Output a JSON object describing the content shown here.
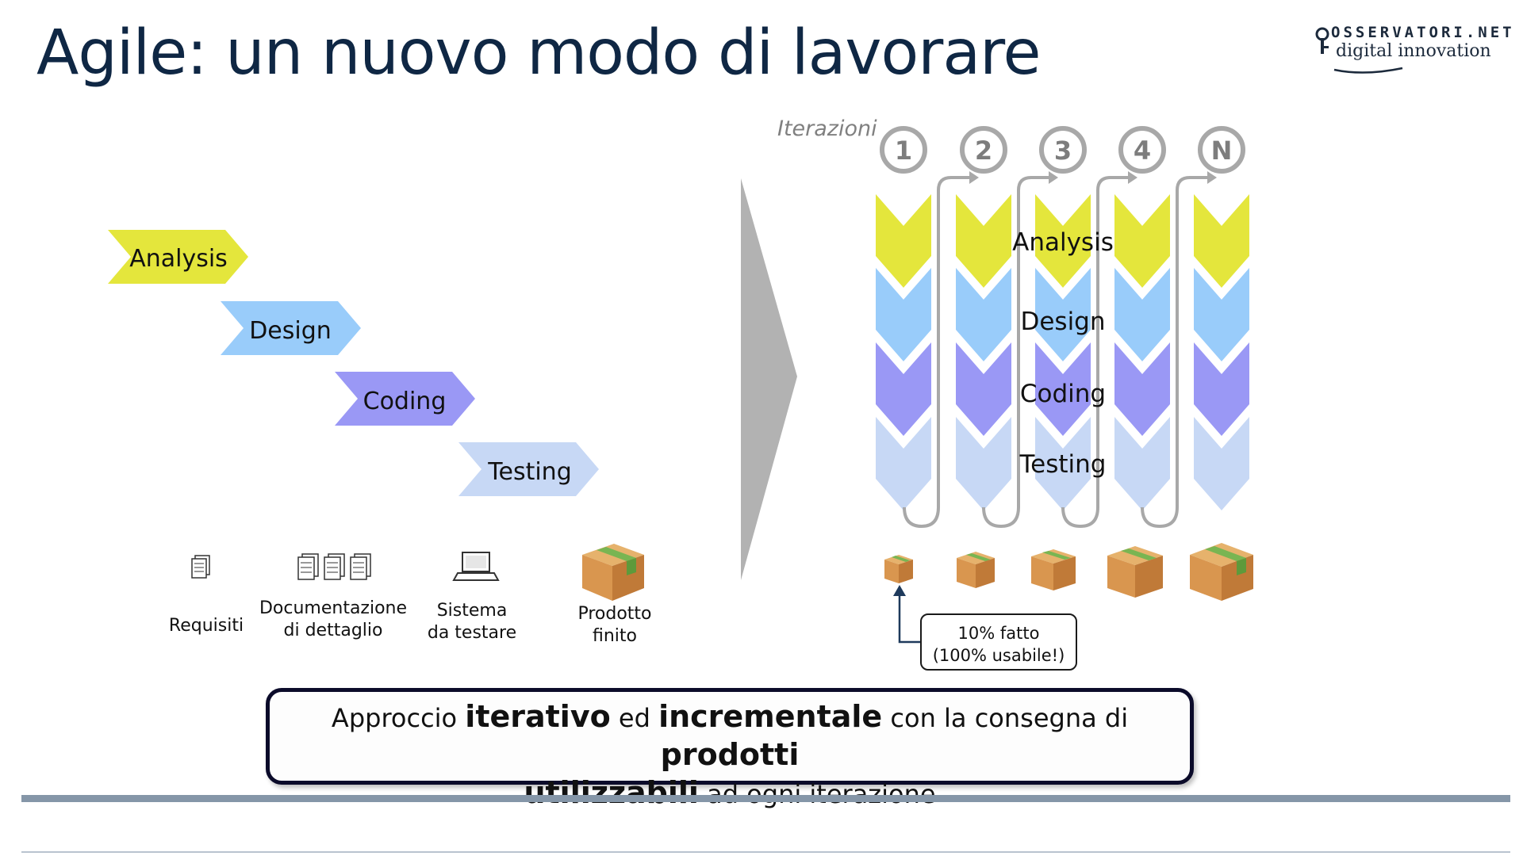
{
  "title": "Agile: un nuovo modo di lavorare",
  "logo": {
    "line1": "OSSERVATORI.NET",
    "line2": "digital innovation"
  },
  "colors": {
    "analysis": "#e4e63c",
    "design": "#99ccfa",
    "coding": "#9a98f5",
    "testing": "#c7d8f5",
    "arrow_gray": "#b2b2b2",
    "title": "#0f2744"
  },
  "waterfall": {
    "phases": [
      "Analysis",
      "Design",
      "Coding",
      "Testing"
    ],
    "artifacts": [
      {
        "icon": "document-icon",
        "line1": "Requisiti",
        "line2": ""
      },
      {
        "icon": "documents-stack-icon",
        "line1": "Documentazione",
        "line2": "di dettaglio"
      },
      {
        "icon": "laptop-icon",
        "line1": "Sistema",
        "line2": "da testare"
      },
      {
        "icon": "box-icon",
        "line1": "Prodotto",
        "line2": "finito"
      }
    ]
  },
  "agile": {
    "iterations_label": "Iterazioni",
    "iterations": [
      "1",
      "2",
      "3",
      "4",
      "N"
    ],
    "phases": [
      "Analysis",
      "Design",
      "Coding",
      "Testing"
    ],
    "callout": {
      "line1": "10% fatto",
      "line2": "(100% usabile!)"
    }
  },
  "summary": {
    "p1": "Approccio ",
    "b1": "iterativo",
    "p2": " ed ",
    "b2": "incrementale",
    "p3": " con la consegna di ",
    "b3": "prodotti",
    "b4": "utilizzabili",
    "p4": " ad ogni iterazione"
  }
}
